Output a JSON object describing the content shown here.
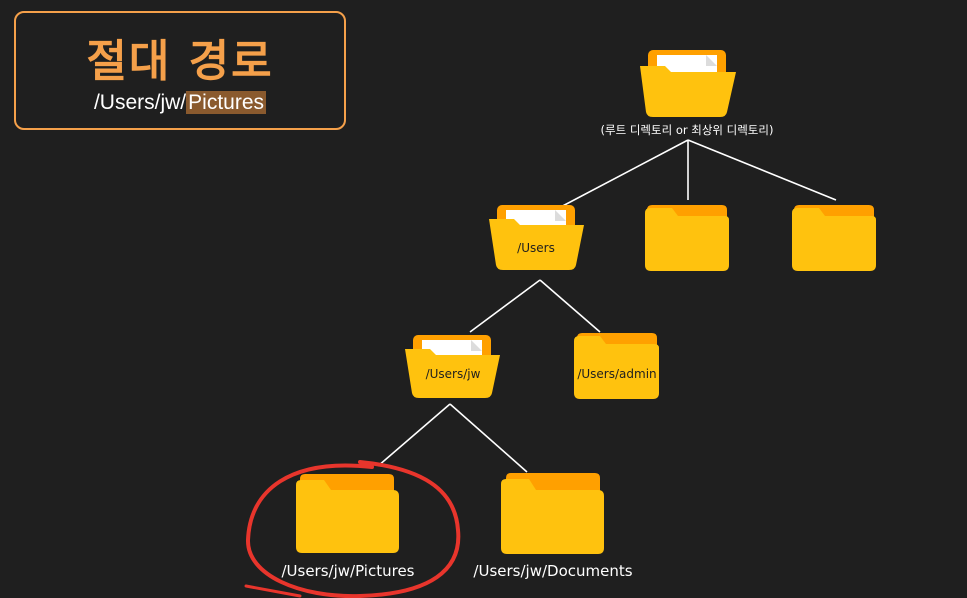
{
  "title": {
    "heading": "절대 경로",
    "path_prefix": "/Users/jw/",
    "path_highlight": "Pictures"
  },
  "colors": {
    "accent": "#f5a04a",
    "background": "#1f1f1f",
    "folder_front": "#ffc20e",
    "folder_back": "#ffa000",
    "highlight_bg": "#8a5a2e",
    "circle": "#e8352c"
  },
  "tree": {
    "root": {
      "icon": "open-folder-icon",
      "label": "(루트 디렉토리 or 최상위 디렉토리)"
    },
    "users": {
      "icon": "open-folder-icon",
      "label": "/Users"
    },
    "sibling_folder_1": {
      "icon": "folder-icon",
      "label": ""
    },
    "sibling_folder_2": {
      "icon": "folder-icon",
      "label": ""
    },
    "users_jw": {
      "icon": "open-folder-icon",
      "label": "/Users/jw"
    },
    "users_admin": {
      "icon": "folder-icon",
      "label": "/Users/admin"
    },
    "pictures": {
      "icon": "folder-icon",
      "label": "/Users/jw/Pictures"
    },
    "documents": {
      "icon": "folder-icon",
      "label": "/Users/jw/Documents"
    }
  }
}
